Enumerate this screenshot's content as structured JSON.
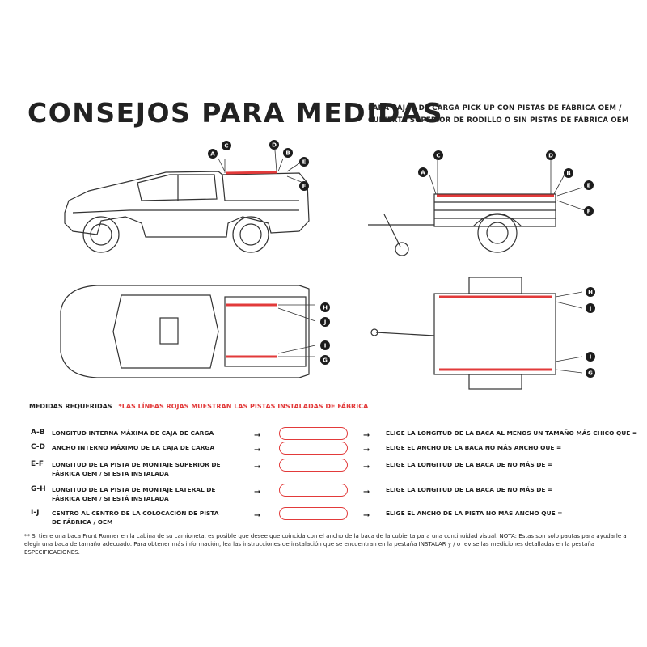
{
  "header": {
    "title": "CONSEJOS PARA MEDIDAS",
    "subtitle_line1": "PARA CAJAS DE CARGA PICK UP CON PISTAS DE FÁBRICA OEM /",
    "subtitle_line2": "CUBIERTA SUPERIOR DE RODILLO O SIN PISTAS DE FÁBRICA OEM"
  },
  "labels": [
    "A",
    "B",
    "C",
    "D",
    "E",
    "F",
    "G",
    "H",
    "I",
    "J"
  ],
  "requirements": {
    "heading": "MEDIDAS REQUERIDAS",
    "note": "*LAS LÍNEAS ROJAS MUESTRAN LAS PISTAS INSTALADAS DE FÁBRICA",
    "arrow": "➞",
    "rows": [
      {
        "code": "A-B",
        "desc": "LONGITUD INTERNA MÁXIMA DE CAJA DE CARGA",
        "result": "ELIGE LA LONGITUD DE LA BACA AL MENOS UN TAMAÑO MÁS CHICO QUE ="
      },
      {
        "code": "C-D",
        "desc": "ANCHO INTERNO MÁXIMO DE LA CAJA DE CARGA",
        "result": "ELIGE EL ANCHO DE LA BACA NO MÁS ANCHO QUE ="
      },
      {
        "code": "E-F",
        "desc": "LONGITUD DE LA PISTA DE MONTAJE SUPERIOR DE FÁBRICA OEM / SI ESTA INSTALADA",
        "result": "ELIGE LA LONGITUD DE LA BACA DE NO MÁS DE ="
      },
      {
        "code": "G-H",
        "desc": "LONGITUD DE LA PISTA DE MONTAJE LATERAL DE FÁBRICA OEM / SI ESTÁ INSTALADA",
        "result": "ELIGE LA LONGITUD DE LA BACA DE NO MÁS DE ="
      },
      {
        "code": "I-J",
        "desc": "CENTRO AL CENTRO DE LA COLOCACIÓN DE PISTA DE FÁBRICA / OEM",
        "result": "ELIGE EL ANCHO DE LA PISTA NO MÁS ANCHO QUE ="
      }
    ]
  },
  "footnote": "** Si tiene una baca Front Runner en la cabina de su camioneta, es posible que desee que coincida con el ancho de la baca de la cubierta para una continuidad visual. NOTA: Estas son solo pautas para ayudarle a elegir una baca de tamaño adecuado. Para obtener más información, lea las instrucciones de instalación que se encuentran en la pestaña INSTALAR y / o revise las mediciones detalladas en la pestaña ESPECIFICACIONES.",
  "colors": {
    "accent_red": "#e23a3a",
    "ink": "#1c1c1c"
  }
}
